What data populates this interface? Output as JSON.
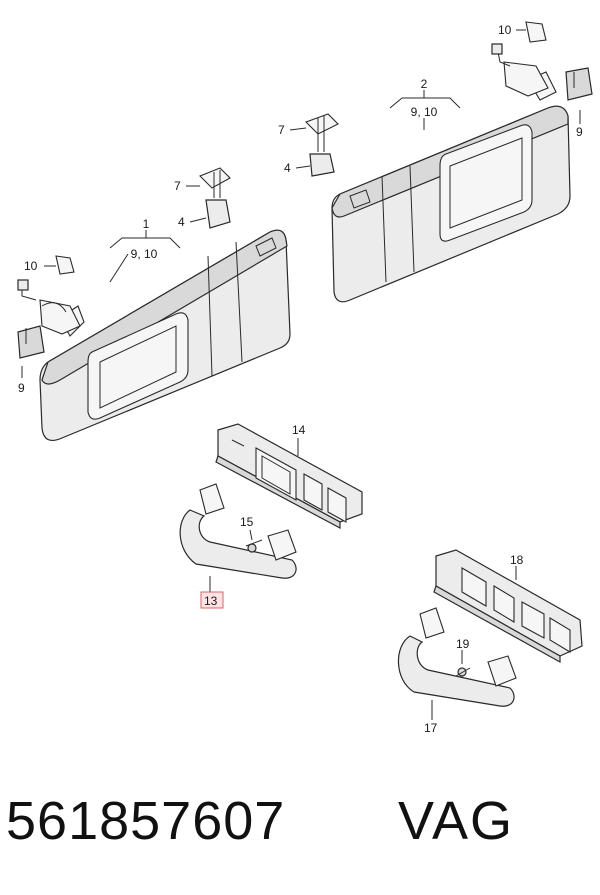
{
  "diagram": {
    "callouts": {
      "c1_top": "1",
      "c1_sub": "9, 10",
      "c2_top": "2",
      "c2_sub": "9, 10",
      "c4a": "4",
      "c4b": "4",
      "c7a": "7",
      "c7b": "7",
      "c9a": "9",
      "c9b": "9",
      "c10a": "10",
      "c10b": "10",
      "c13": "13",
      "c14": "14",
      "c15": "15",
      "c17": "17",
      "c18": "18",
      "c19": "19"
    }
  },
  "footer": {
    "part_number": "561857607",
    "brand": "VAG"
  }
}
